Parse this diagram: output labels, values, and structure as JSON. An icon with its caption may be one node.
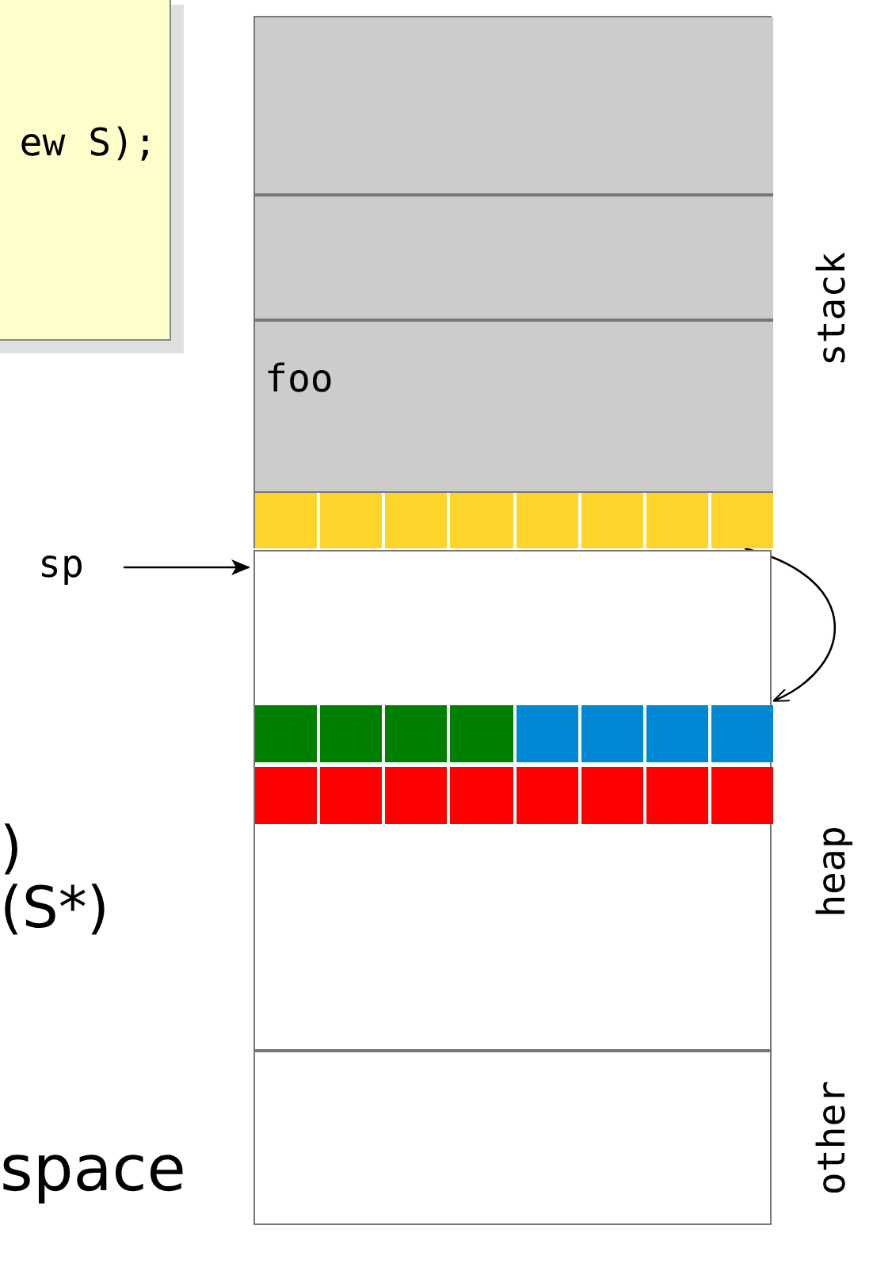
{
  "diagram": {
    "nodes": [
      {
        "text": [
          "ew S);"
        ]
      },
      {
        "text": [],
        "shape": "box",
        "beside": [
          "stack"
        ]
      },
      {
        "text": [],
        "shape": "box",
        "in": 1
      },
      {
        "text": [],
        "shape": "box",
        "in": 1
      },
      {
        "text": [
          "foo"
        ],
        "in": 1
      },
      {
        "text": [],
        "shape": "bar",
        "in": 1
      },
      {
        "text": [],
        "shape": "box",
        "beside": [
          "heap"
        ]
      },
      {
        "text": [],
        "shape": "bar",
        "in": 6
      },
      {
        "text": [],
        "shape": "bar",
        "in": 6
      },
      {
        "text": [],
        "shape": "box",
        "beside": [
          "other"
        ]
      },
      {
        "text": [
          "sp"
        ]
      }
    ],
    "edges": [
      {
        "from": 10,
        "to": 6,
        "arrow": "to"
      },
      {
        "from": 5,
        "to": 7,
        "arrow": "to"
      }
    ],
    "labels": [
      ")",
      "(S*)",
      "space"
    ]
  }
}
